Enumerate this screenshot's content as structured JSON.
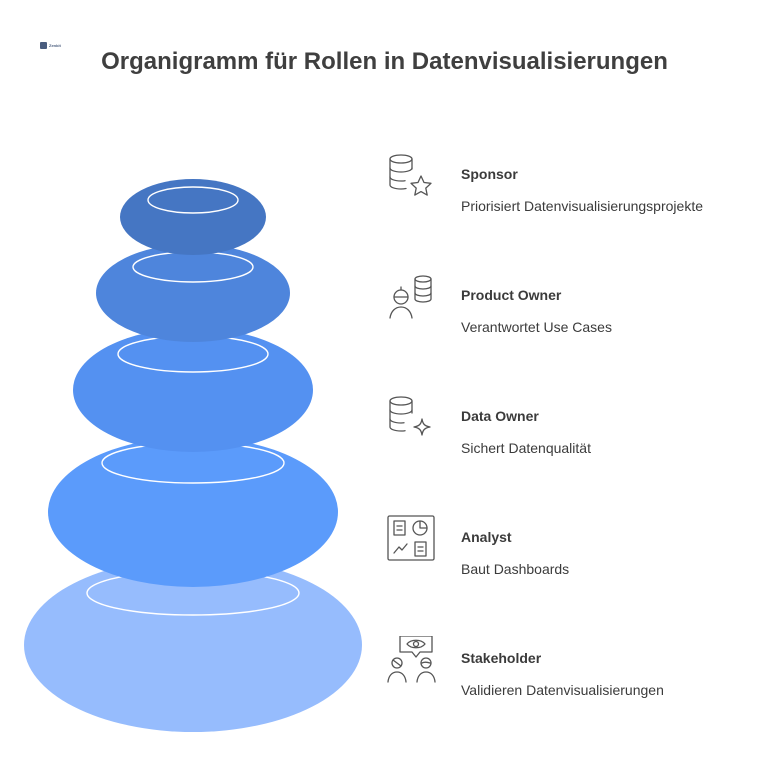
{
  "logo": {
    "text": "Zenkit",
    "icon": "logo-mark"
  },
  "title": "Organigramm für Rollen in Datenvisualisierungen",
  "colors": {
    "level1": "#4576c3",
    "level2": "#4e85dc",
    "level3": "#5491f1",
    "level4": "#5b9bfb",
    "level5": "#96bcfd",
    "icon_stroke": "#555555"
  },
  "roles": [
    {
      "name": "Sponsor",
      "description": "Priorisiert Datenvisualisierungsprojekte",
      "icon": "database-star-icon"
    },
    {
      "name": "Product Owner",
      "description": "Verantwortet Use Cases",
      "icon": "person-database-icon"
    },
    {
      "name": "Data Owner",
      "description": "Sichert Datenqualität",
      "icon": "database-sparkle-icon"
    },
    {
      "name": "Analyst",
      "description": "Baut Dashboards",
      "icon": "dashboard-icon"
    },
    {
      "name": "Stakeholder",
      "description": "Validieren Datenvisualisierungen",
      "icon": "people-eye-icon"
    }
  ]
}
